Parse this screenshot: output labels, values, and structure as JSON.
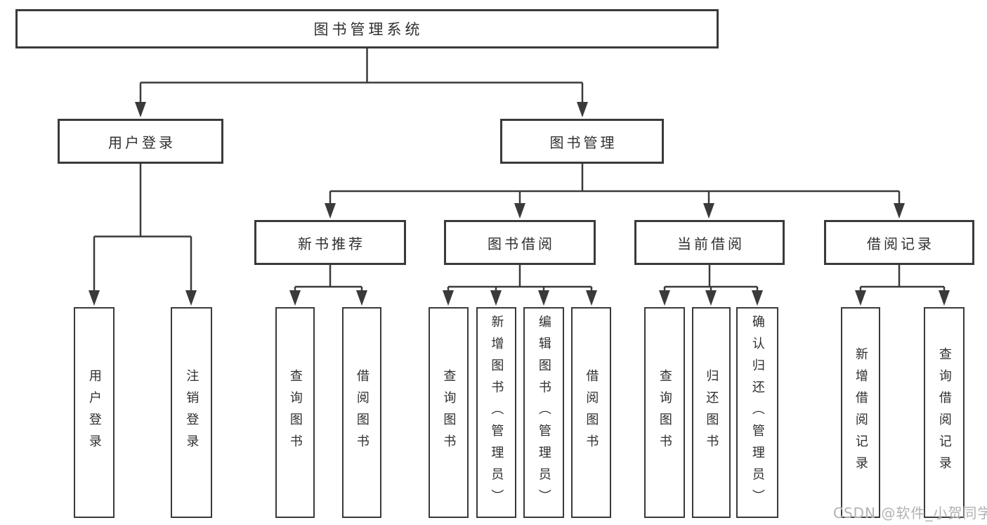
{
  "diagram": {
    "title": "图书管理系统",
    "watermark": "CSDN @软件_小贺同学",
    "colors": {
      "line": "#3a3a3a",
      "text": "#2f2f2f",
      "background": "#ffffff",
      "watermark": "#b3b1b1"
    },
    "nodes": {
      "root": "图书管理系统",
      "user_login": "用户登录",
      "book_management": "图书管理",
      "new_book_recommend": "新书推荐",
      "book_borrowing": "图书借阅",
      "current_borrowing": "当前借阅",
      "borrowing_records": "借阅记录",
      "ul_user_login": "用户登录",
      "ul_logout": "注销登录",
      "nbr_query_books": "查询图书",
      "nbr_borrow_books": "借阅图书",
      "bb_query_books": "查询图书",
      "bb_add_books": "新增图书（管理员）",
      "bb_edit_books": "编辑图书（管理员）",
      "bb_borrow_books": "借阅图书",
      "cb_query_books": "查询图书",
      "cb_return_books": "归还图书",
      "cb_confirm_return": "确认归还（管理员）",
      "br_add_record": "新增借阅记录",
      "br_query_record": "查询借阅记录"
    }
  }
}
